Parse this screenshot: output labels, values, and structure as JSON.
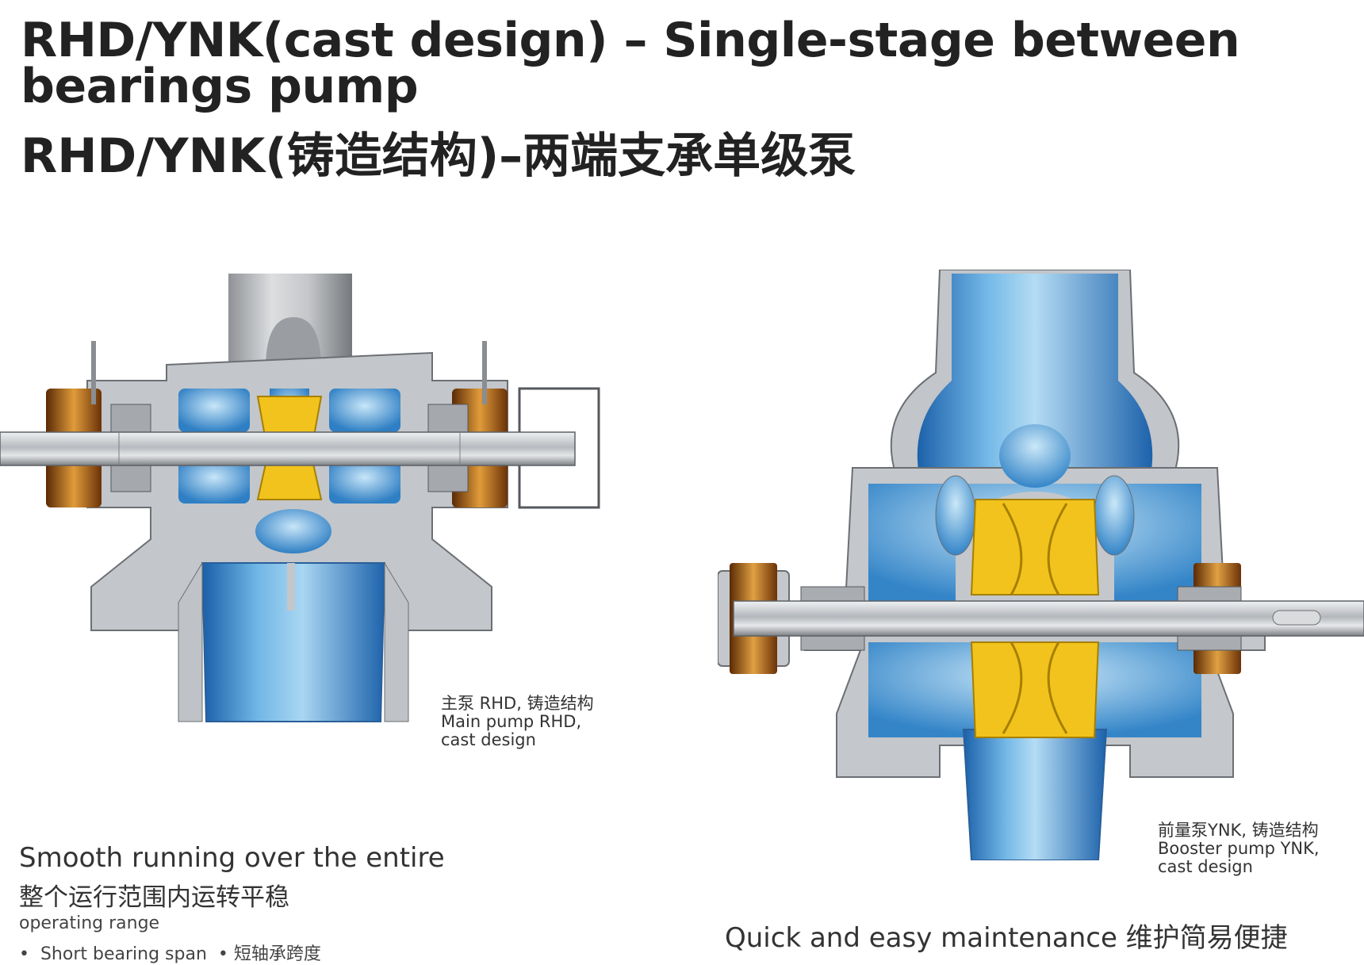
{
  "title": {
    "english": "RHD/YNK(cast design) – Single-stage between bearings pump",
    "chinese": "RHD/YNK(铸造结构)–两端支承单级泵"
  },
  "main_pump": {
    "caption_zh": "主泵 RHD, 铸造结构",
    "caption_en_line1": "Main pump RHD,",
    "caption_en_line2": "cast design"
  },
  "booster_pump": {
    "caption_zh": "前量泵YNK, 铸造结构",
    "caption_en_line1": "Booster pump YNK,",
    "caption_en_line2": "cast design"
  },
  "section_smooth": {
    "heading_en": "Smooth running over the entire",
    "heading_zh": "整个运行范围内运转平稳",
    "subheading_en": "operating range",
    "bullet_en": "Short bearing span",
    "bullet_zh": "短轴承跨度"
  },
  "section_maintenance": {
    "heading": "Quick and easy maintenance 维护简易便捷"
  },
  "colors": {
    "steel_gray": "#b9bcc0",
    "flow_blue": "#4f9fd6",
    "impeller_yellow": "#f0c21a",
    "bearing_brown": "#a55a12"
  }
}
